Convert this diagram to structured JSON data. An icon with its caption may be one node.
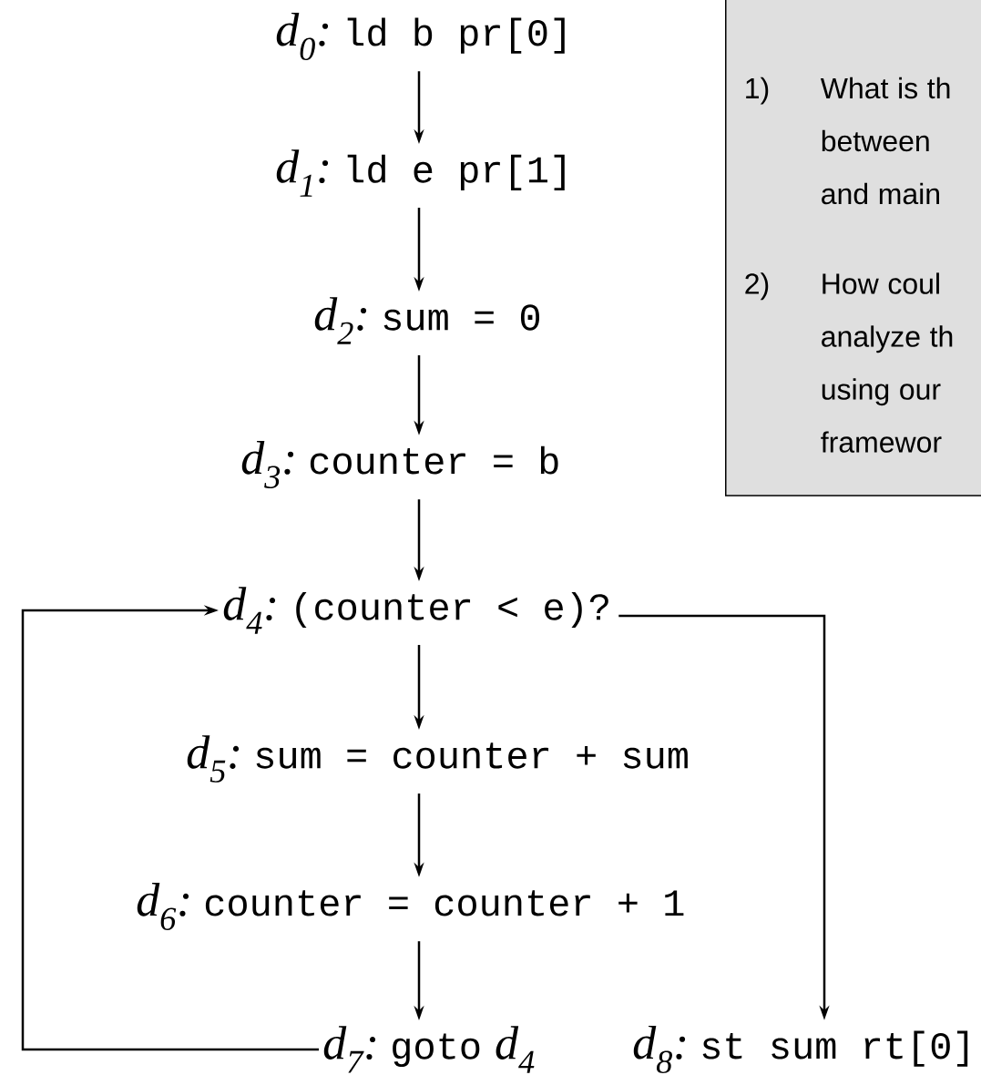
{
  "diagram": {
    "nodes": [
      {
        "text": [
          "d$_{0}$:",
          "ld b pr[0]"
        ]
      },
      {
        "text": [
          "d$_{1}$:",
          "ld e pr[1]"
        ]
      },
      {
        "text": [
          "d$_{2}$:",
          "sum = 0"
        ]
      },
      {
        "text": [
          "d$_{3}$:",
          "counter = b"
        ]
      },
      {
        "text": [
          "d$_{4}$:",
          "(counter < e)?"
        ]
      },
      {
        "text": [
          "d$_{5}$:",
          "sum = counter + sum"
        ]
      },
      {
        "text": [
          "d$_{6}$:",
          "counter = counter + 1"
        ]
      },
      {
        "text": [
          "d$_{7}$:",
          "goto",
          "d$_{4}$"
        ]
      },
      {
        "text": [
          "d$_{8}$:",
          "st sum rt[0]"
        ]
      },
      {
        "text": [
          "1)",
          "What is th between and main",
          "2)",
          "How coul analyze th using our framewor"
        ]
      }
    ],
    "edges": [
      {
        "from": 0,
        "to": 1,
        "arrow": "to"
      },
      {
        "from": 1,
        "to": 2,
        "arrow": "to"
      },
      {
        "from": 2,
        "to": 3,
        "arrow": "to"
      },
      {
        "from": 3,
        "to": 4,
        "arrow": "to"
      },
      {
        "from": 4,
        "to": 5,
        "arrow": "to"
      },
      {
        "from": 5,
        "to": 6,
        "arrow": "to"
      },
      {
        "from": 6,
        "to": 7,
        "arrow": "to"
      },
      {
        "from": 7,
        "to": 4,
        "arrow": "to"
      },
      {
        "from": 4,
        "to": 8,
        "arrow": "to"
      }
    ]
  }
}
